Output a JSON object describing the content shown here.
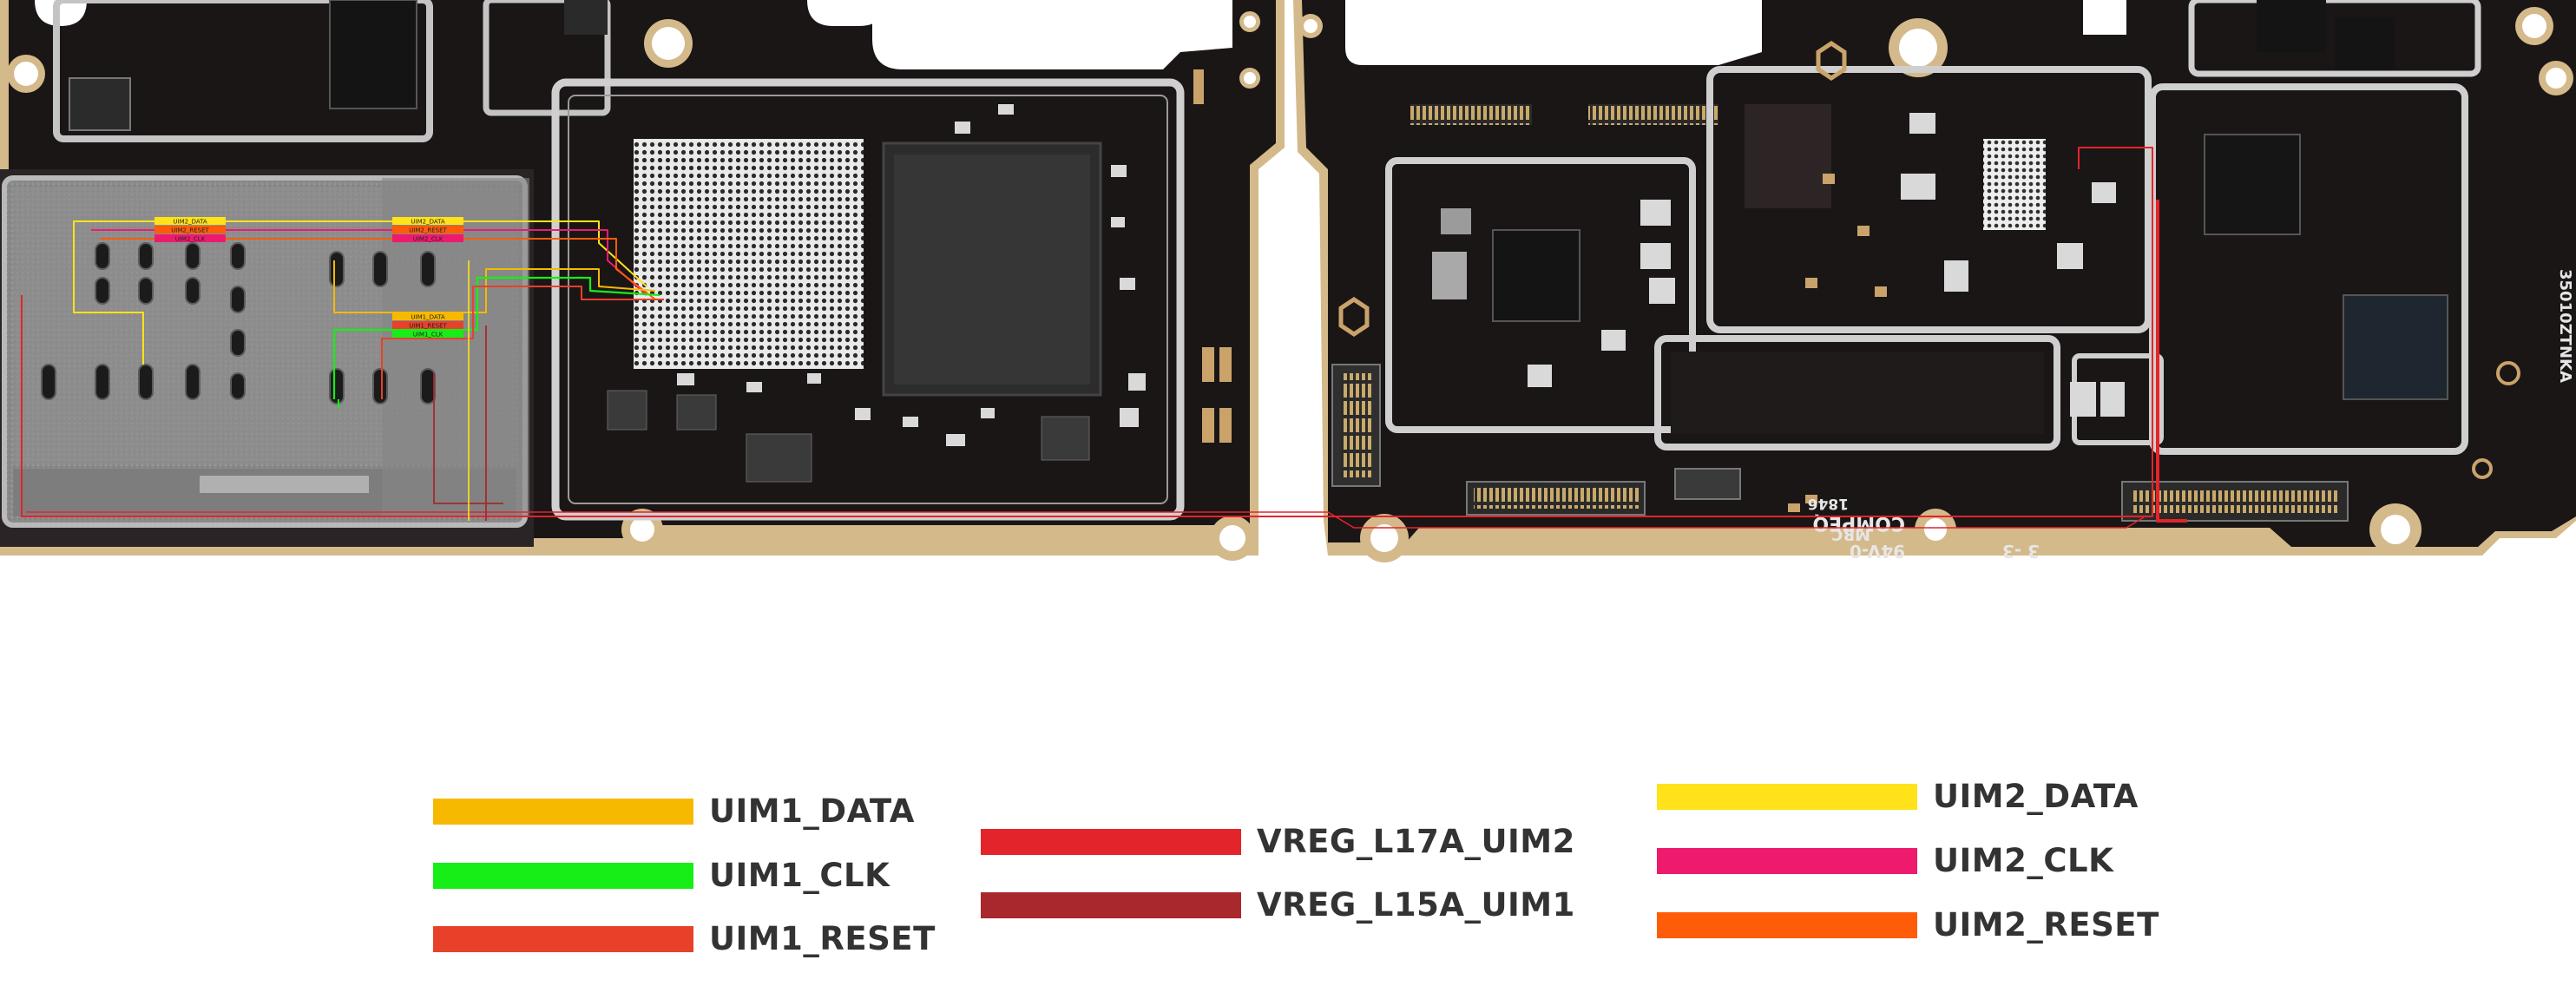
{
  "board": {
    "silkscreen": {
      "rev": "94V-0",
      "mrc": "MRC",
      "compeq": "COMPEQ",
      "num": "3 -3",
      "date": "1846",
      "part": "35010ZTNKA"
    },
    "connector_labels": [
      "UIM2_DATA",
      "UIM2_RESET",
      "UIM2_CLK",
      "UIM1_DATA",
      "UIM1_RESET",
      "UIM1_CLK"
    ]
  },
  "colors": {
    "board": "#1a1616",
    "board_edge": "#d4b98a",
    "shield": "#c4c4c4",
    "sim_tray": "#8c8c8c",
    "UIM1_DATA": "#f6b900",
    "UIM1_CLK": "#17ee17",
    "UIM1_RESET": "#e8412a",
    "VREG_L17A_UIM2": "#e3242b",
    "VREG_L15A_UIM1": "#a8282e",
    "UIM2_DATA": "#ffe21a",
    "UIM2_CLK": "#ee1a6e",
    "UIM2_RESET": "#ff5c0a"
  },
  "legend": [
    {
      "key": "UIM1_DATA",
      "label": "UIM1_DATA"
    },
    {
      "key": "UIM1_CLK",
      "label": "UIM1_CLK"
    },
    {
      "key": "UIM1_RESET",
      "label": "UIM1_RESET"
    },
    {
      "key": "VREG_L17A_UIM2",
      "label": "VREG_L17A_UIM2"
    },
    {
      "key": "VREG_L15A_UIM1",
      "label": "VREG_L15A_UIM1"
    },
    {
      "key": "UIM2_DATA",
      "label": "UIM2_DATA"
    },
    {
      "key": "UIM2_CLK",
      "label": "UIM2_CLK"
    },
    {
      "key": "UIM2_RESET",
      "label": "UIM2_RESET"
    }
  ]
}
